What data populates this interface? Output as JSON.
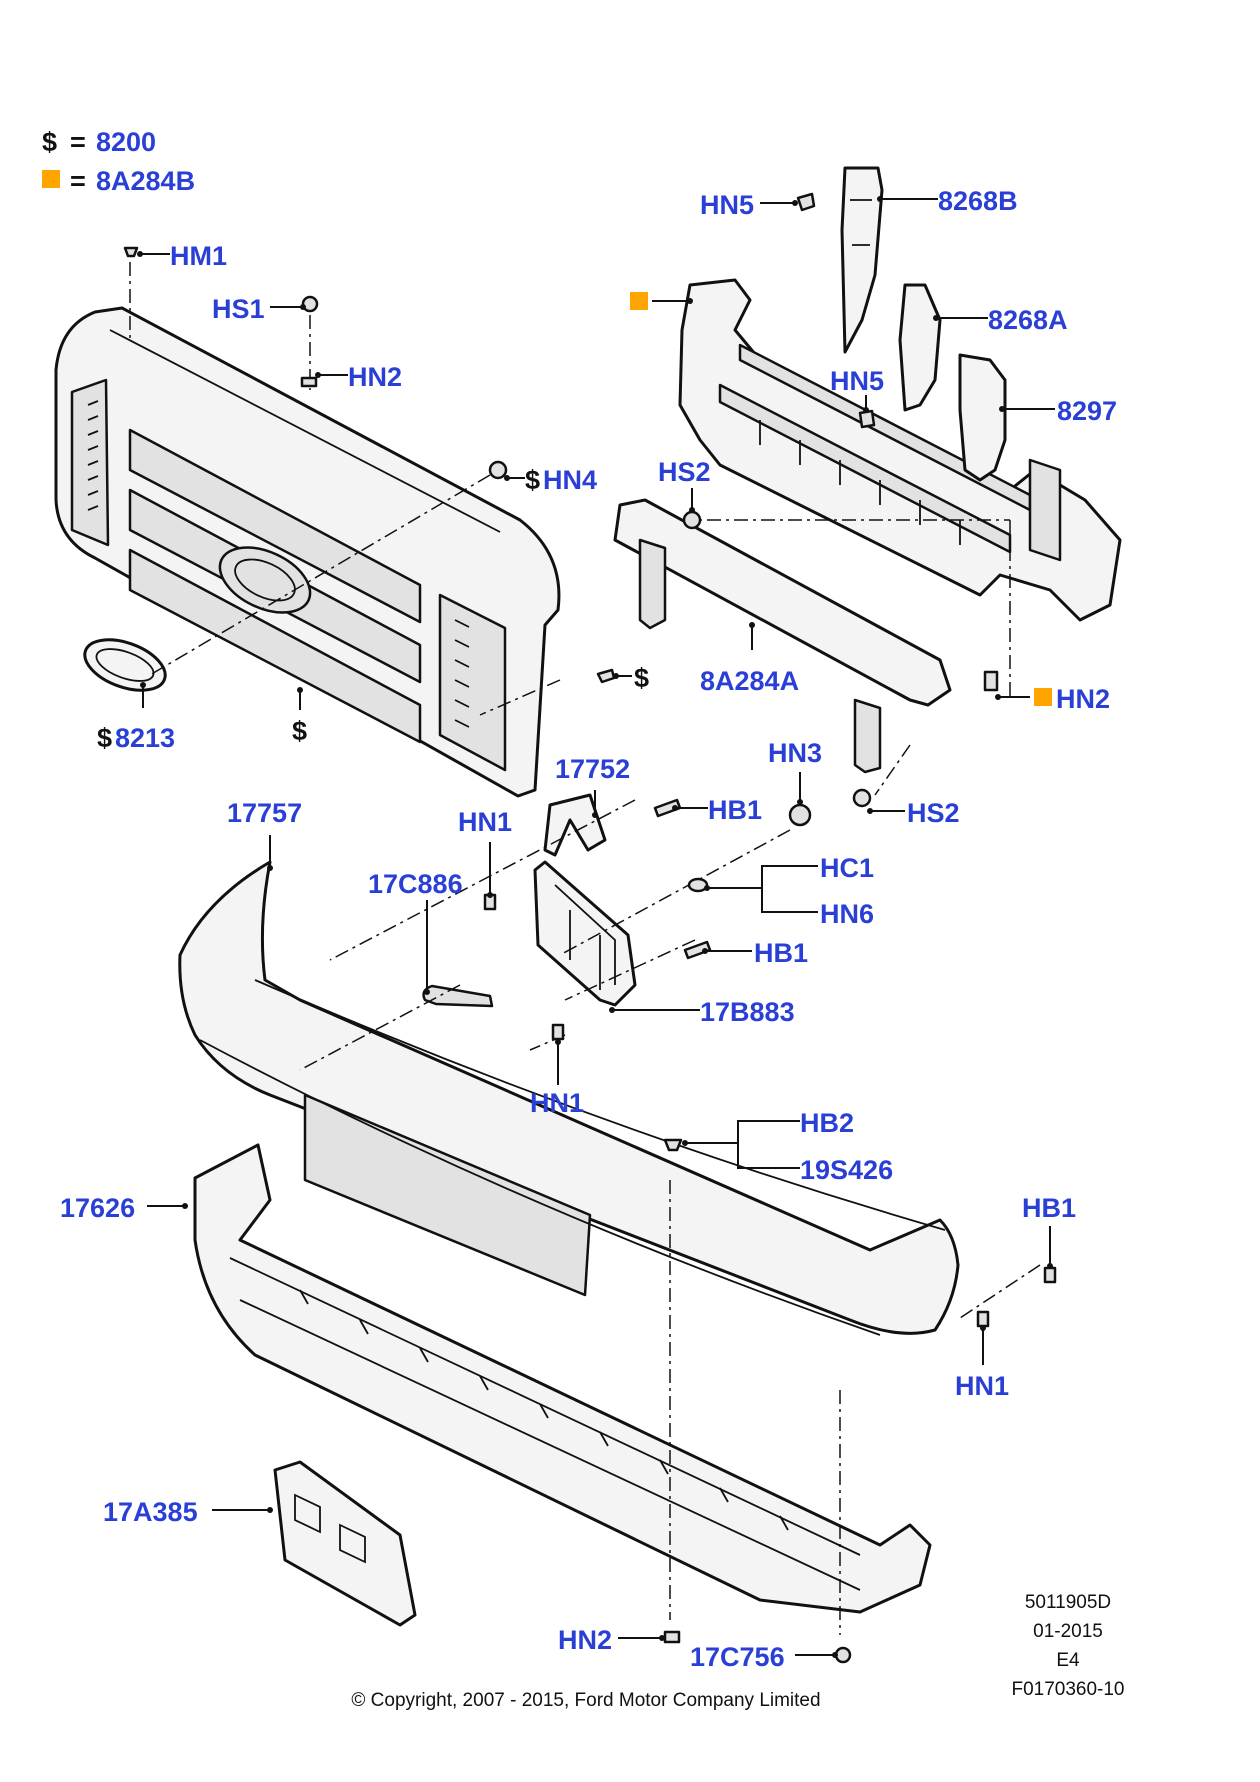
{
  "legend": [
    {
      "symbol": "$",
      "equals": "=",
      "value": "8200"
    },
    {
      "symbol": "orange-square-icon",
      "equals": "=",
      "value": "8A284B"
    }
  ],
  "colors": {
    "label": "#2a3fd6",
    "marker": "#ffa500",
    "line": "#111111"
  },
  "callouts": {
    "hm1": "HM1",
    "hs1": "HS1",
    "hn2_grille": "HN2",
    "hn4": "HN4",
    "p8213": "8213",
    "dollar_under_grille": "$",
    "dollar_clip": "$",
    "hn5_top": "HN5",
    "p8268b": "8268B",
    "p8268a": "8268A",
    "hn5_mid": "HN5",
    "p8297": "8297",
    "hs2_top": "HS2",
    "p8a284a": "8A284A",
    "hn2_right": "HN2",
    "hs2_low": "HS2",
    "hn3": "HN3",
    "p17752": "17752",
    "hb1_a": "HB1",
    "p17757": "17757",
    "hn1_a": "HN1",
    "p17c886": "17C886",
    "hc1": "HC1",
    "hn6": "HN6",
    "hb1_b": "HB1",
    "p17b883": "17B883",
    "hn1_b": "HN1",
    "hb2": "HB2",
    "p19s426": "19S426",
    "p17626": "17626",
    "hb1_c": "HB1",
    "hn1_c": "HN1",
    "p17a385": "17A385",
    "hn2_bottom": "HN2",
    "p17c756": "17C756"
  },
  "meta": {
    "code": "5011905D",
    "date": "01-2015",
    "rev": "E4",
    "figure": "F0170360-10"
  },
  "copyright": "© Copyright, 2007 - 2015, Ford Motor Company Limited"
}
